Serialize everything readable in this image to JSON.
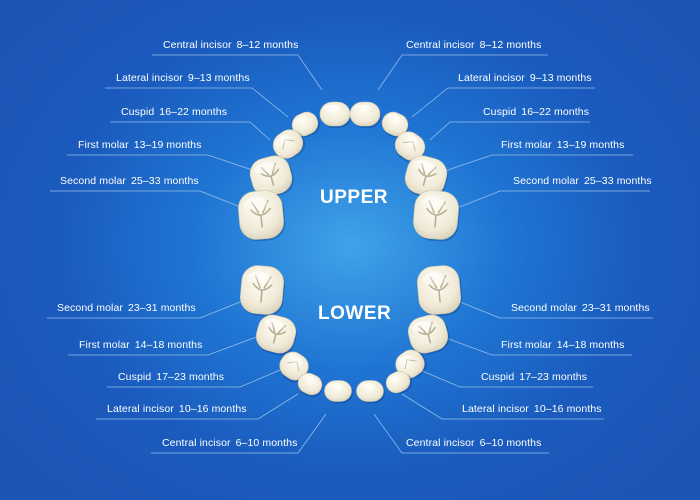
{
  "diagram": {
    "upper_title": "UPPER",
    "lower_title": "LOWER",
    "colors": {
      "background_center": "#3fa3ea",
      "background_edge": "#1a5bbd",
      "tooth": "#f3efe0",
      "leader_line": "#a9cdf2",
      "text": "#ffffff"
    },
    "upper_left": [
      {
        "tooth": "Central incisor",
        "age": "8–12 months"
      },
      {
        "tooth": "Lateral incisor",
        "age": "9–13 months"
      },
      {
        "tooth": "Cuspid",
        "age": "16–22 months"
      },
      {
        "tooth": "First molar",
        "age": "13–19 months"
      },
      {
        "tooth": "Second molar",
        "age": "25–33 months"
      }
    ],
    "upper_right": [
      {
        "tooth": "Central incisor",
        "age": "8–12 months"
      },
      {
        "tooth": "Lateral incisor",
        "age": "9–13 months"
      },
      {
        "tooth": "Cuspid",
        "age": "16–22 months"
      },
      {
        "tooth": "First molar",
        "age": "13–19 months"
      },
      {
        "tooth": "Second molar",
        "age": "25–33 months"
      }
    ],
    "lower_left": [
      {
        "tooth": "Second molar",
        "age": "23–31 months"
      },
      {
        "tooth": "First molar",
        "age": "14–18 months"
      },
      {
        "tooth": "Cuspid",
        "age": "17–23 months"
      },
      {
        "tooth": "Lateral incisor",
        "age": "10–16 months"
      },
      {
        "tooth": "Central incisor",
        "age": "6–10 months"
      }
    ],
    "lower_right": [
      {
        "tooth": "Second molar",
        "age": "23–31 months"
      },
      {
        "tooth": "First molar",
        "age": "14–18 months"
      },
      {
        "tooth": "Cuspid",
        "age": "17–23 months"
      },
      {
        "tooth": "Lateral incisor",
        "age": "10–16 months"
      },
      {
        "tooth": "Central incisor",
        "age": "6–10 months"
      }
    ]
  }
}
